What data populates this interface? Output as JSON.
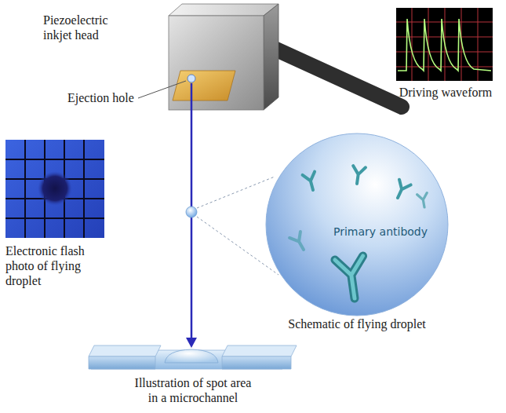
{
  "diagram": {
    "nodes": [
      {
        "text": [
          "Primary antibody"
        ]
      }
    ],
    "labels": [
      "Piezoelectric inkjet head",
      "Driving waveform",
      "Ejection hole",
      "Electronic flash photo of flying droplet",
      "Schematic of flying droplet",
      "Illustration of spot area in a microchannel"
    ]
  }
}
